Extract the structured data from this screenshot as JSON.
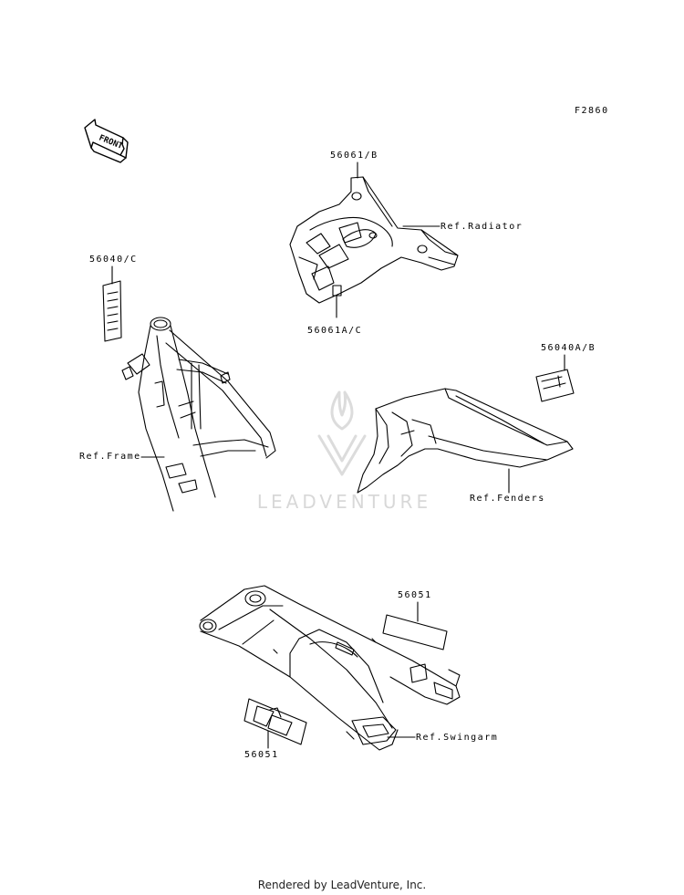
{
  "figure_code": "F2860",
  "front_arrow_text": "FRONT",
  "labels": {
    "p56061b": "56061/B",
    "ref_radiator": "Ref.Radiator",
    "p56061ac": "56061A/C",
    "p56040c": "56040/C",
    "p56040ab": "56040A/B",
    "ref_frame": "Ref.Frame",
    "ref_fenders": "Ref.Fenders",
    "p56051_top": "56051",
    "p56051_bottom": "56051",
    "ref_swingarm": "Ref.Swingarm"
  },
  "watermark": "LEADVENTURE",
  "footer": "Rendered by LeadVenture, Inc.",
  "colors": {
    "line": "#000000",
    "watermark": "#d8d8d8"
  }
}
